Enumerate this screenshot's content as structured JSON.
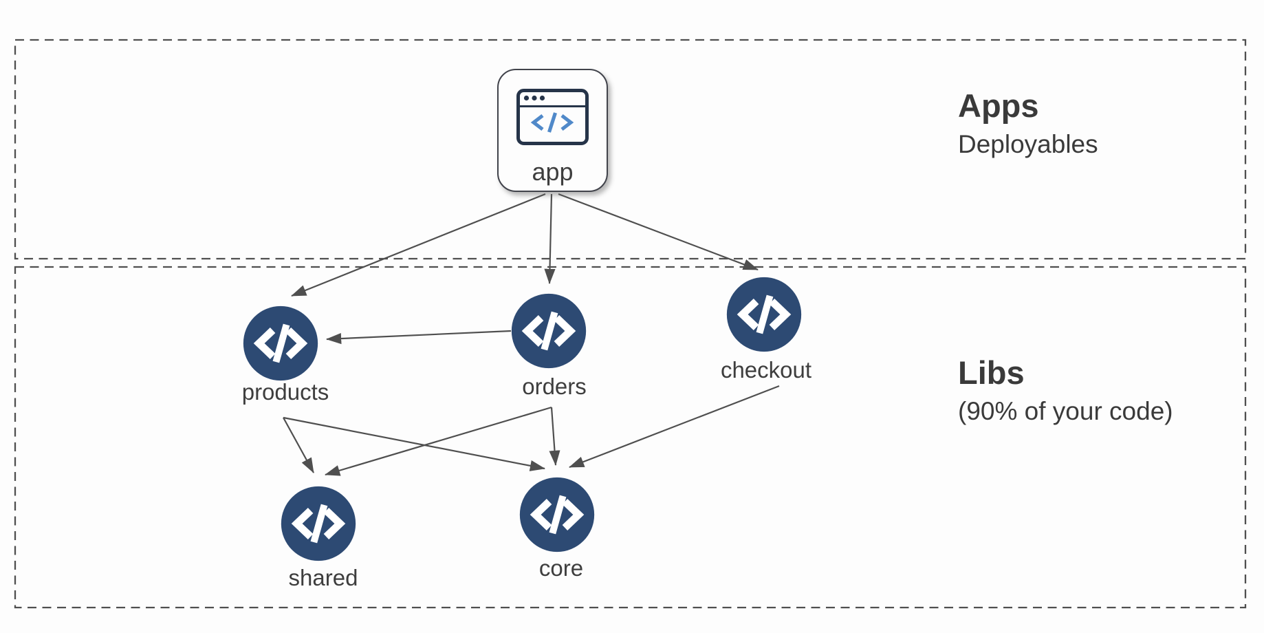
{
  "sections": {
    "apps": {
      "title": "Apps",
      "subtitle": "Deployables"
    },
    "libs": {
      "title": "Libs",
      "subtitle": "(90% of your code)"
    }
  },
  "nodes": {
    "app": {
      "label": "app",
      "type": "application",
      "section": "apps"
    },
    "products": {
      "label": "products",
      "type": "library",
      "section": "libs"
    },
    "orders": {
      "label": "orders",
      "type": "library",
      "section": "libs"
    },
    "checkout": {
      "label": "checkout",
      "type": "library",
      "section": "libs"
    },
    "shared": {
      "label": "shared",
      "type": "library",
      "section": "libs"
    },
    "core": {
      "label": "core",
      "type": "library",
      "section": "libs"
    }
  },
  "edges": [
    {
      "from": "app",
      "to": "products"
    },
    {
      "from": "app",
      "to": "orders"
    },
    {
      "from": "app",
      "to": "checkout"
    },
    {
      "from": "orders",
      "to": "products"
    },
    {
      "from": "products",
      "to": "shared"
    },
    {
      "from": "products",
      "to": "core"
    },
    {
      "from": "orders",
      "to": "shared"
    },
    {
      "from": "orders",
      "to": "core"
    },
    {
      "from": "checkout",
      "to": "core"
    }
  ],
  "colors": {
    "lib_node_fill": "#2d4a73",
    "glyph": "#ffffff",
    "arrow": "#4f4f4f",
    "dashed_border": "#4f4f4f",
    "text": "#3e3e3e",
    "app_icon_outline": "#263449",
    "app_icon_code_blue": "#5089c9"
  }
}
